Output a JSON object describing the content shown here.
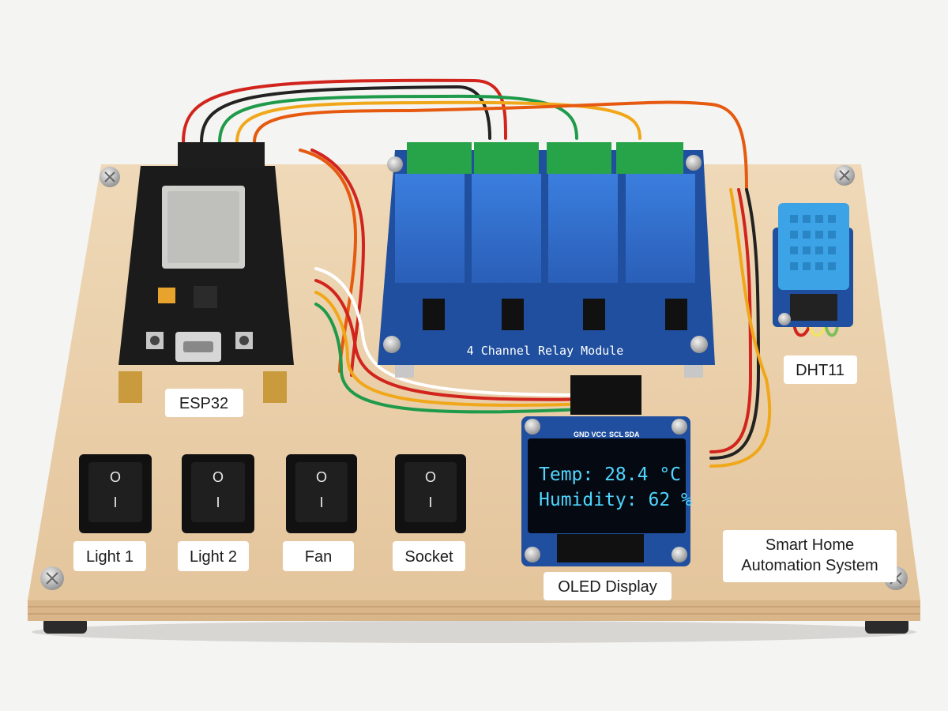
{
  "board": {
    "esp32_label": "ESP32",
    "relay_module_label": "4 Channel Relay Module",
    "dht11_label": "DHT11",
    "oled_label": "OLED Display",
    "title_line1": "Smart Home",
    "title_line2": "Automation System"
  },
  "switches": [
    {
      "label": "Light 1",
      "symbol_off": "O",
      "symbol_on": "I"
    },
    {
      "label": "Light 2",
      "symbol_off": "O",
      "symbol_on": "I"
    },
    {
      "label": "Fan",
      "symbol_off": "O",
      "symbol_on": "I"
    },
    {
      "label": "Socket",
      "symbol_off": "O",
      "symbol_on": "I"
    }
  ],
  "oled": {
    "pins": [
      "GND",
      "VCC",
      "SCL",
      "SDA"
    ],
    "line1": "Temp: 28.4 °C",
    "line2": "Humidity: 62 %",
    "text_color": "#4fd6ff"
  },
  "colors": {
    "board_wood": "#ecd3b0",
    "pcb_blue": "#1f4f9e",
    "relay_blue": "#2f6fd0",
    "terminal_green": "#27a349",
    "esp32_pcb": "#1b1b1b",
    "dht_blue": "#3ba3e6"
  }
}
